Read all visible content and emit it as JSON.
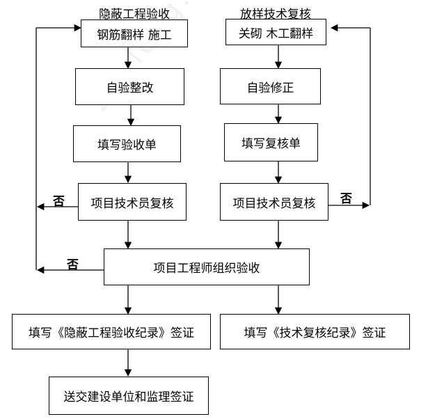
{
  "headers": {
    "left": "隐蔽工程验收",
    "right": "放样技术复核"
  },
  "left_column": {
    "step1": "钢筋翻样   施工",
    "step2": "自验整改",
    "step3": "填写验收单",
    "step4": "项目技术员复核"
  },
  "right_column": {
    "step1": "关砌  木工翻样",
    "step2": "自验修正",
    "step3": "填写复核单",
    "step4": "项目技术员复核"
  },
  "center": {
    "engineer": "项目工程师组织验收"
  },
  "bottom": {
    "left_record": "填写《隐蔽工程验收纪录》签证",
    "right_record": "填写《技术复核纪录》签证",
    "final": "送交建设单位和监理签证"
  },
  "labels": {
    "no": "否"
  },
  "watermark": "zhulong.com"
}
